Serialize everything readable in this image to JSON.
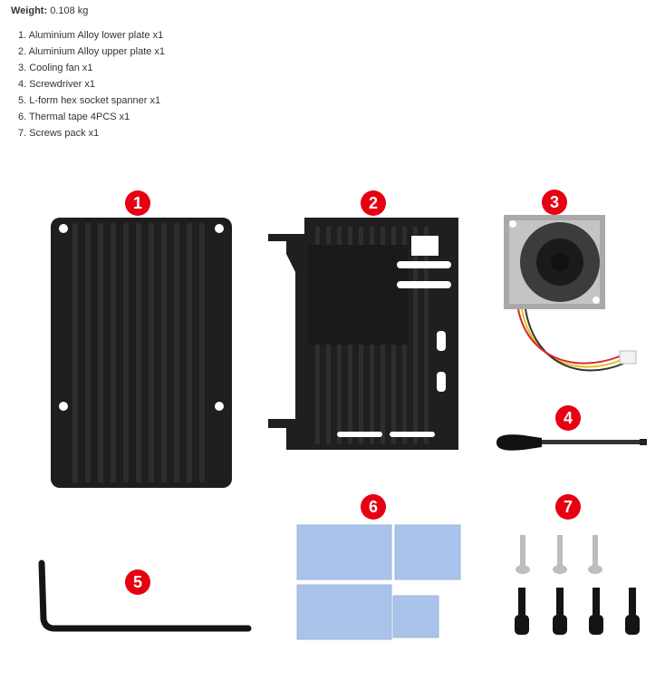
{
  "weight": {
    "label": "Weight:",
    "value": "0.108 kg"
  },
  "contents": [
    "1. Aluminium Alloy lower plate x1",
    "2. Aluminium Alloy upper plate x1",
    "3. Cooling fan x1",
    "4. Screwdriver x1",
    "5. L-form hex socket spanner x1",
    "6. Thermal tape 4PCS x1",
    "7. Screws pack x1"
  ],
  "badges": [
    "1",
    "2",
    "3",
    "4",
    "5",
    "6",
    "7"
  ],
  "colors": {
    "badge": "#e60012",
    "metal": "#1c1c1c",
    "thermal_pad": "#a9c3ea"
  }
}
